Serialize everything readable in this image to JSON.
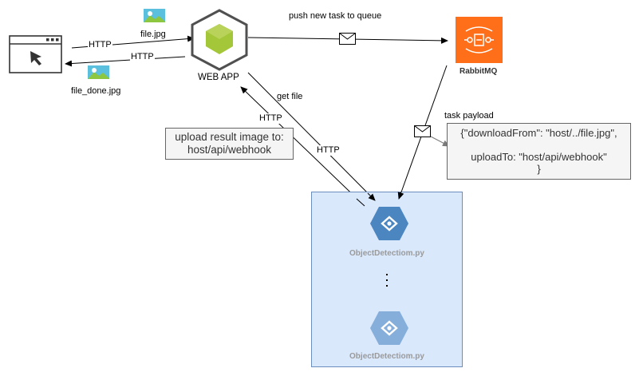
{
  "nodes": {
    "browser": {
      "icon": "browser-window-icon"
    },
    "web_app": {
      "label": "WEB APP",
      "icon": "android-hexagon-icon"
    },
    "rabbitmq": {
      "label": "RabbitMQ",
      "icon": "rabbitmq-icon",
      "color": "#ff6f1a"
    },
    "workers": [
      {
        "label": "ObjectDetectiom.py",
        "icon": "hexagon-eye-icon",
        "color": "#4b86c0"
      },
      {
        "label": "ObjectDetectiom.py",
        "icon": "hexagon-eye-icon",
        "color": "#86aedb"
      }
    ],
    "worker_box_color": "#dae8fc"
  },
  "files": {
    "upload": "file.jpg",
    "result": "file_done.jpg",
    "icon": "image-file-icon"
  },
  "edges": {
    "browser_to_app": "HTTP",
    "app_to_browser": "HTTP",
    "app_to_queue": "push new task to queue",
    "worker_get_file": "get file",
    "worker_get_file_protocol": "HTTP",
    "worker_upload_protocol": "HTTP",
    "queue_to_worker": "task payload",
    "envelope_icon": "envelope-icon"
  },
  "notes": {
    "upload": [
      "upload result image to:",
      "host/api/webhook"
    ],
    "payload": [
      "{\"downloadFrom\": \"host/../file.jpg\",",
      "",
      "uploadTo: \"host/api/webhook\"",
      "}"
    ]
  }
}
